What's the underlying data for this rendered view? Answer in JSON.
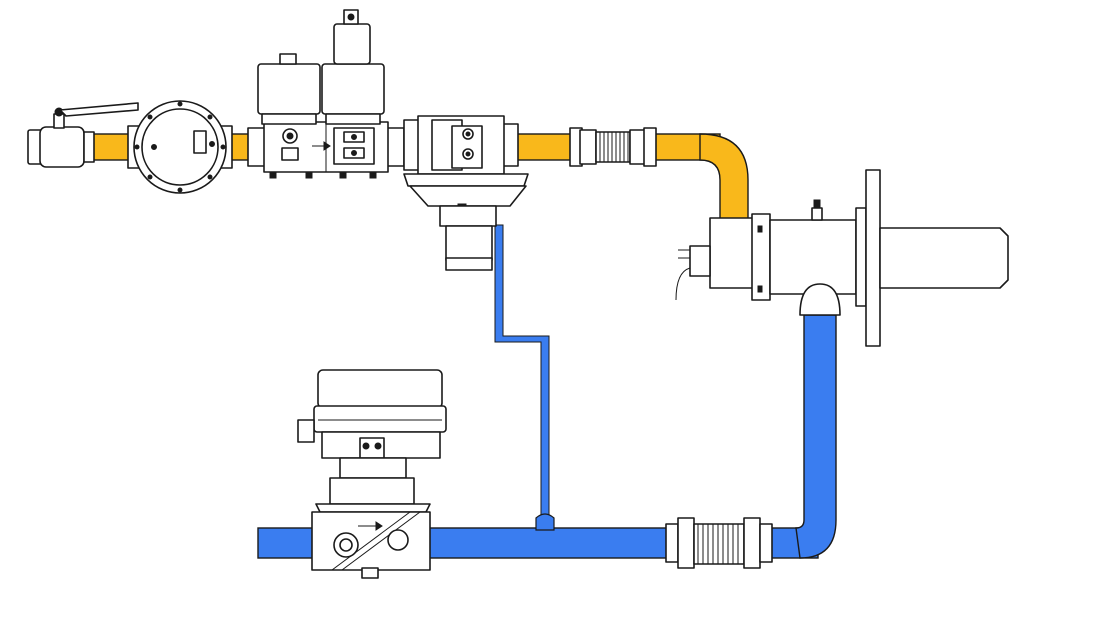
{
  "colors": {
    "gas_line": "#F9B81B",
    "air_line": "#3A7DF0",
    "outline": "#1A1A1A",
    "background": "#FFFFFF"
  },
  "components": [
    {
      "id": "ball-valve",
      "icon": "ball-valve-icon"
    },
    {
      "id": "gas-filter",
      "icon": "filter-icon"
    },
    {
      "id": "double-solenoid-valve",
      "icon": "solenoid-valve-icon"
    },
    {
      "id": "air-gas-ratio-regulator",
      "icon": "pressure-regulator-icon"
    },
    {
      "id": "gas-bellows-compensator",
      "icon": "bellows-icon"
    },
    {
      "id": "burner",
      "icon": "burner-icon"
    },
    {
      "id": "air-butterfly-valve-actuator",
      "icon": "actuator-icon"
    },
    {
      "id": "air-bellows-compensator",
      "icon": "bellows-icon"
    },
    {
      "id": "pressure-impulse-line",
      "icon": "impulse-line-icon"
    }
  ]
}
